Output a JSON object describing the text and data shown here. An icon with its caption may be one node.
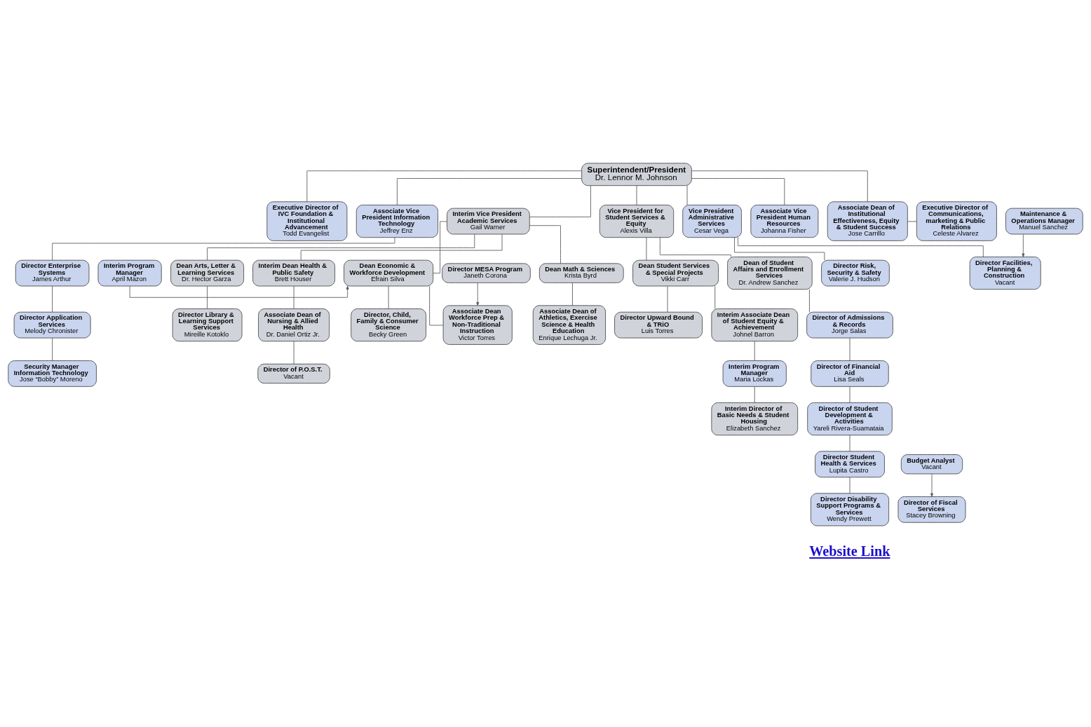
{
  "diagram": {
    "nodes": [
      {
        "text": [
          "Superintendent/President",
          "Dr. Lennor M. Johnson"
        ]
      },
      {
        "text": [
          "Executive Director of IVC Foundation & Institutional Advancement",
          "Todd Evangelist"
        ]
      },
      {
        "text": [
          "Associate Dean of Institutional Effectiveness, Equity & Student Success",
          "Jose Carrillo"
        ]
      },
      {
        "text": [
          "Executive Director of Communications, marketing & Public Relations",
          "Celeste Alvarez"
        ]
      },
      {
        "text": [
          "Associate Vice President Information Technology",
          "Jeffrey Enz"
        ]
      },
      {
        "text": [
          "Interim Vice President Academic Services",
          "Gail Warner"
        ]
      },
      {
        "text": [
          "Vice President Administrative Services",
          "Cesar Vega"
        ]
      },
      {
        "text": [
          "Vice President for Student Services & Equity",
          "Alexis Villa"
        ]
      },
      {
        "text": [
          "Associate Vice President Human Resources",
          "Johanna Fisher"
        ]
      },
      {
        "text": [
          "Director Enterprise Systems",
          "James Arthur"
        ]
      },
      {
        "text": [
          "Director Application Services",
          "Melody Chronister"
        ]
      },
      {
        "text": [
          "Security Manager Information Technology",
          "Jose “Bobby” Moreno"
        ]
      },
      {
        "text": [
          "Dean Math & Sciences",
          "Krista Byrd"
        ]
      },
      {
        "text": [
          "Dean Arts, Letter & Learning Services",
          "Dr. Hector Garza"
        ]
      },
      {
        "text": [
          "Interim Dean Health & Public Safety",
          "Brett Houser"
        ]
      },
      {
        "text": [
          "Associate Dean of Athletics, Exercise Science & Health Education",
          "Enrique Lechuga Jr."
        ]
      },
      {
        "text": [
          "Director Library & Learning Support Services",
          "Mireille Kotoklo"
        ]
      },
      {
        "text": [
          "Associate Dean of Nursing & Allied Health",
          "Dr. Daniel Ortiz Jr."
        ]
      },
      {
        "text": [
          "Director of P.O.S.T.",
          "Vacant"
        ]
      },
      {
        "text": [
          "Dean Economic & Workforce Development",
          "Efrain Silva"
        ]
      },
      {
        "text": [
          "Interim Program Manager",
          "April Mazon"
        ]
      },
      {
        "text": [
          "Associate Dean Workforce Prep & Non-Traditional Instruction",
          "Victor Torres"
        ]
      },
      {
        "text": [
          "Director, Child, Family & Consumer Science",
          "Becky Green"
        ]
      },
      {
        "text": [
          "Director MESA Program",
          "Janeth Corona"
        ]
      },
      {
        "text": [
          "Director of Fiscal Services",
          "Stacey Browning"
        ]
      },
      {
        "text": [
          "Budget Analyst",
          "Vacant"
        ]
      },
      {
        "text": [
          "Director Facilities, Planning & Construction",
          "Vacant"
        ]
      },
      {
        "text": [
          "Maintenance & Operations Manager",
          "Manuel Sanchez"
        ]
      },
      {
        "text": [
          "Director Risk, Security & Safety",
          "Valerie J. Hudson"
        ]
      },
      {
        "text": [
          "Dean Student Services & Special Projects",
          "Vikki Carr"
        ]
      },
      {
        "text": [
          "Dean of Student Affairs and Enrollment Services",
          "Dr. Andrew Sanchez"
        ]
      },
      {
        "text": [
          "Interim Associate Dean of Student Equity & Achievement",
          "Johnel Barron"
        ]
      },
      {
        "text": [
          "Director Upward Bound & TRiO",
          "Luis Torres"
        ]
      },
      {
        "text": [
          "Interim Program Manager",
          "Maria Lockas"
        ]
      },
      {
        "text": [
          "Interim Director of Basic Needs & Student Housing",
          "Elizabeth Sanchez"
        ]
      },
      {
        "text": [
          "Director of Admissions & Records",
          "Jorge Salas"
        ]
      },
      {
        "text": [
          "Director of Financial Aid",
          "Lisa Seals"
        ]
      },
      {
        "text": [
          "Director of Student Development & Activities",
          "Yareli Rivera-Suamataia"
        ]
      },
      {
        "text": [
          "Director Student Health & Services",
          "Lupita Castro"
        ]
      },
      {
        "text": [
          "Director Disability Support Programs & Services",
          "Wendy Prewett"
        ]
      }
    ],
    "edges": [
      {
        "from": 0,
        "to": 1,
        "arrow": "none"
      },
      {
        "from": 0,
        "to": 2,
        "arrow": "none"
      },
      {
        "from": 2,
        "to": 3,
        "arrow": "none"
      },
      {
        "from": 0,
        "to": 4,
        "arrow": "none"
      },
      {
        "from": 0,
        "to": 5,
        "arrow": "none"
      },
      {
        "from": 0,
        "to": 6,
        "arrow": "none"
      },
      {
        "from": 0,
        "to": 7,
        "arrow": "none"
      },
      {
        "from": 0,
        "to": 8,
        "arrow": "none"
      },
      {
        "from": 4,
        "to": 9,
        "arrow": "none"
      },
      {
        "from": 9,
        "to": 10,
        "arrow": "none"
      },
      {
        "from": 10,
        "to": 11,
        "arrow": "none"
      },
      {
        "from": 5,
        "to": 12,
        "arrow": "none"
      },
      {
        "from": 5,
        "to": 13,
        "arrow": "none"
      },
      {
        "from": 5,
        "to": 14,
        "arrow": "none"
      },
      {
        "from": 5,
        "to": 19,
        "arrow": "none"
      },
      {
        "from": 12,
        "to": 15,
        "arrow": "none"
      },
      {
        "from": 13,
        "to": 16,
        "arrow": "none"
      },
      {
        "from": 14,
        "to": 17,
        "arrow": "none"
      },
      {
        "from": 17,
        "to": 18,
        "arrow": "none"
      },
      {
        "from": 20,
        "to": 19,
        "arrow": "to"
      },
      {
        "from": 19,
        "to": 21,
        "arrow": "none"
      },
      {
        "from": 19,
        "to": 22,
        "arrow": "none"
      },
      {
        "from": 23,
        "to": 21,
        "arrow": "to"
      },
      {
        "from": 6,
        "to": 26,
        "arrow": "none"
      },
      {
        "from": 6,
        "to": 28,
        "arrow": "none"
      },
      {
        "from": 25,
        "to": 24,
        "arrow": "to"
      },
      {
        "from": 27,
        "to": 26,
        "arrow": "to"
      },
      {
        "from": 7,
        "to": 29,
        "arrow": "none"
      },
      {
        "from": 7,
        "to": 30,
        "arrow": "none"
      },
      {
        "from": 29,
        "to": 31,
        "arrow": "none"
      },
      {
        "from": 29,
        "to": 32,
        "arrow": "none"
      },
      {
        "from": 31,
        "to": 33,
        "arrow": "none"
      },
      {
        "from": 33,
        "to": 34,
        "arrow": "none"
      },
      {
        "from": 30,
        "to": 35,
        "arrow": "none"
      },
      {
        "from": 35,
        "to": 36,
        "arrow": "none"
      },
      {
        "from": 36,
        "to": 37,
        "arrow": "none"
      },
      {
        "from": 37,
        "to": 38,
        "arrow": "none"
      },
      {
        "from": 38,
        "to": 39,
        "arrow": "none"
      }
    ],
    "labels": [
      "Website Link"
    ]
  }
}
